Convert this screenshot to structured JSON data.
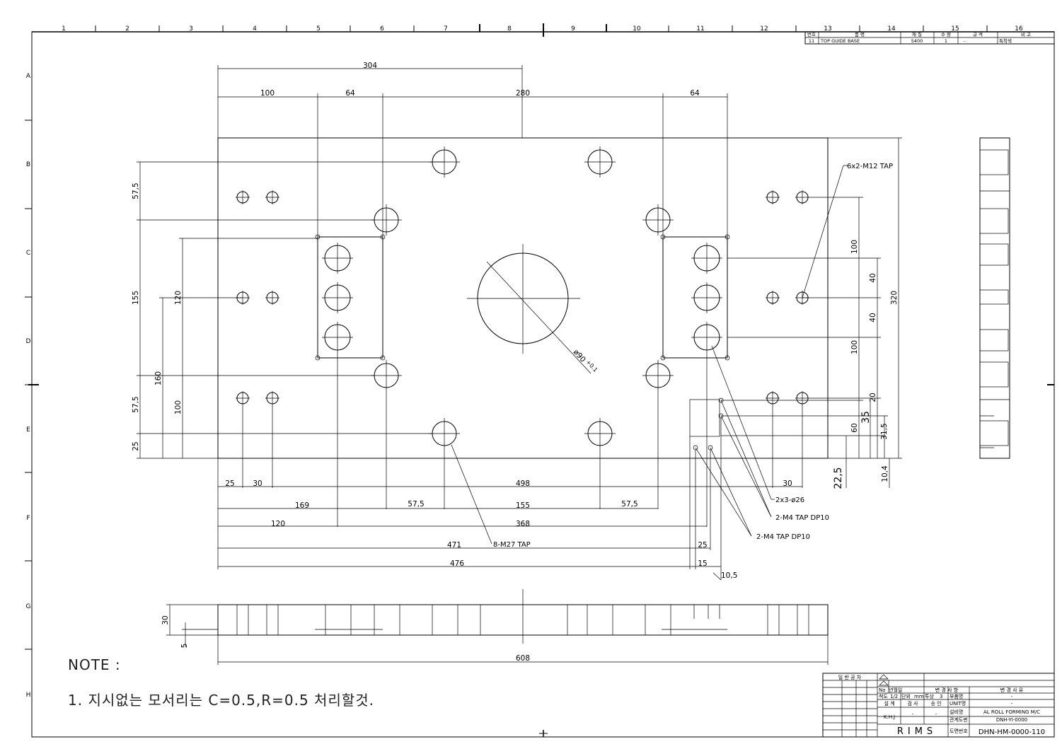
{
  "border": {
    "col_numbers": [
      "1",
      "2",
      "3",
      "4",
      "5",
      "6",
      "7",
      "8",
      "9",
      "10",
      "11",
      "12",
      "13",
      "14",
      "15",
      "16"
    ],
    "row_letters": [
      "A",
      "B",
      "C",
      "D",
      "E",
      "F",
      "G",
      "H"
    ]
  },
  "parts_list": {
    "headers": [
      "번호",
      "품 명",
      "재 질",
      "수 량",
      "규 격",
      "비 고"
    ],
    "row": [
      "11",
      "TOP GUIDE BASE",
      "S400",
      "1",
      "-",
      "특착색"
    ]
  },
  "dimensions": {
    "d304": "304",
    "d100": "100",
    "d64a": "64",
    "d280": "280",
    "d64b": "64",
    "v57a": "57,5",
    "v155": "155",
    "v120": "120",
    "v160": "160",
    "v57b": "57,5",
    "v100": "100",
    "v25": "25",
    "r100a": "100",
    "r40a": "40",
    "r40b": "40",
    "r100b": "100",
    "r320": "320",
    "r20": "20",
    "r35": "35",
    "r60": "60",
    "r31": "31,5",
    "r22": "22,5",
    "r10": "10,4",
    "h25": "25",
    "h30": "30",
    "h498": "498",
    "h30b": "30",
    "h169": "169",
    "h57a": "57,5",
    "h155": "155",
    "h57b": "57,5",
    "h120": "120",
    "h368": "368",
    "h471": "471",
    "h25b": "25",
    "h476": "476",
    "h15": "15",
    "h105": "10,5",
    "s30": "30",
    "s5": "5",
    "s608": "608",
    "phi90": "ø90",
    "tol": "+0.1"
  },
  "callouts": {
    "m12": "6x2-M12 TAP",
    "d26": "2x3-ø26",
    "m4a": "2-M4 TAP DP10",
    "m4b": "2-M4 TAP DP10",
    "m27": "8-M27 TAP"
  },
  "notes": {
    "title": "NOTE :",
    "line1": "1. 지시없는 모서리는 C=0.5,R=0.5 처리할것."
  },
  "title_block": {
    "tolerance_header": "일 반 공 차",
    "rev_headers": [
      "No",
      "년월일",
      "변 경 사 항",
      "변 경 사 유"
    ],
    "scale_label": "척도",
    "scale": "1/2",
    "unit_label": "단위",
    "unit": "mm",
    "sheet_label": "투상",
    "sheet": "3",
    "design": "설 계",
    "check": "검 사",
    "approve": "승 인",
    "designer": "K.H.J",
    "dash1": "-",
    "dash2": "-",
    "part_label": "부품명",
    "part": "-",
    "unit_name_label": "UNIT명",
    "unit_name": "-",
    "equip_label": "설비명",
    "equip": "AL ROLL FORMING M/C",
    "related_label": "관계도번",
    "related": "DNH-YI-0000",
    "company": "RIMS",
    "dwg_label": "도면번호",
    "dwg": "DHN-HM-0000-110"
  }
}
